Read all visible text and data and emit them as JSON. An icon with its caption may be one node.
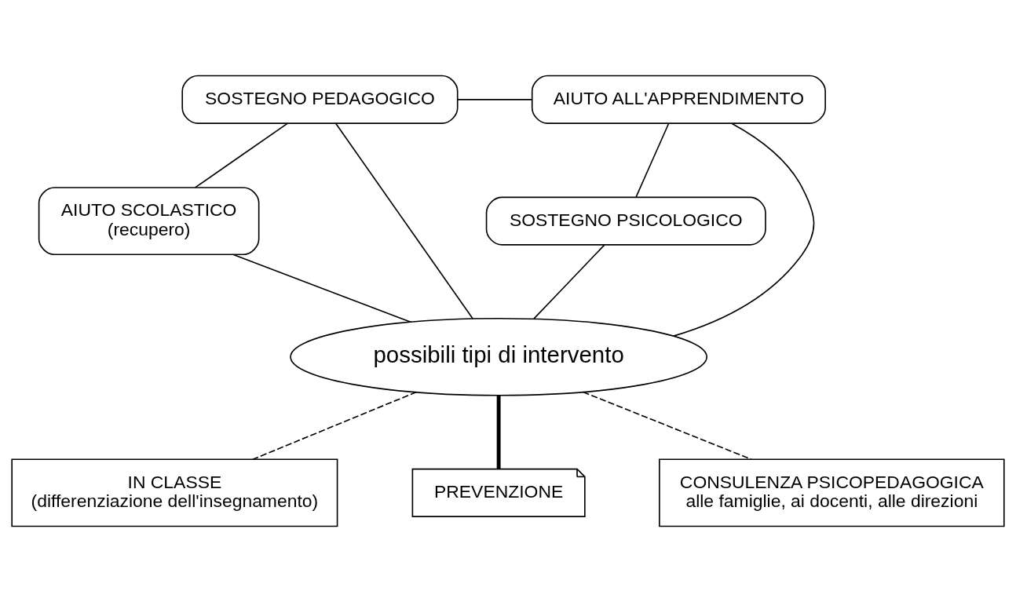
{
  "diagram": {
    "nodes": [
      {
        "text": [
          "SOSTEGNO PEDAGOGICO"
        ]
      },
      {
        "text": [
          "AIUTO ALL'APPRENDIMENTO"
        ]
      },
      {
        "text": [
          "AIUTO SCOLASTICO",
          "(recupero)"
        ]
      },
      {
        "text": [
          "SOSTEGNO PSICOLOGICO"
        ]
      },
      {
        "text": [
          "possibili tipi di intervento"
        ]
      },
      {
        "text": [
          "IN CLASSE",
          "(differenziazione dell'insegnamento)"
        ]
      },
      {
        "text": [
          "PREVENZIONE"
        ]
      },
      {
        "text": [
          "CONSULENZA PSICOPEDAGOGICA",
          "alle famiglie, ai docenti, alle direzioni"
        ]
      }
    ],
    "edges": [
      {
        "from": 0,
        "to": 1,
        "arrow": "none"
      },
      {
        "from": 0,
        "to": 2,
        "arrow": "none"
      },
      {
        "from": 1,
        "to": 3,
        "arrow": "none"
      },
      {
        "from": 0,
        "to": 4,
        "arrow": "none"
      },
      {
        "from": 1,
        "to": 4,
        "arrow": "none"
      },
      {
        "from": 2,
        "to": 4,
        "arrow": "none"
      },
      {
        "from": 3,
        "to": 4,
        "arrow": "none"
      },
      {
        "from": 4,
        "to": 5,
        "arrow": "none",
        "style": "dashed"
      },
      {
        "from": 4,
        "to": 6,
        "arrow": "none",
        "style": "thick"
      },
      {
        "from": 4,
        "to": 7,
        "arrow": "none",
        "style": "dashed"
      }
    ]
  }
}
